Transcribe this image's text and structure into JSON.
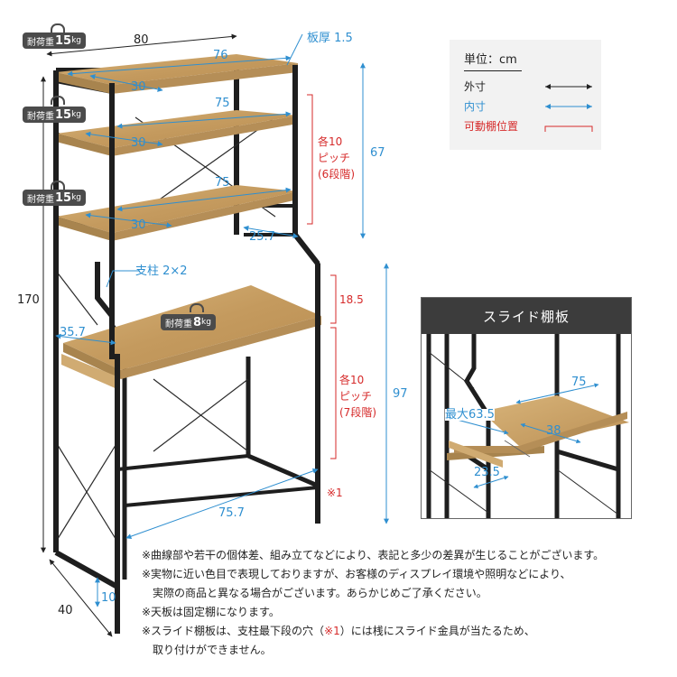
{
  "load_badges": [
    {
      "prefix": "耐荷重",
      "value": "15",
      "unit": "kg"
    },
    {
      "prefix": "耐荷重",
      "value": "15",
      "unit": "kg"
    },
    {
      "prefix": "耐荷重",
      "value": "15",
      "unit": "kg"
    },
    {
      "prefix": "耐荷重",
      "value": "8",
      "unit": "kg"
    }
  ],
  "dimensions": {
    "outer_width": "80",
    "shelf1_width": "76",
    "shelf1_depth": "30",
    "shelf2_width": "75",
    "shelf2_depth": "30",
    "shelf3_width": "75",
    "shelf3_depth": "30",
    "upper_section_depth": "25.7",
    "desk_depth": "35.7",
    "desk_inner_width": "75.7",
    "total_height": "170",
    "upper_height": "67",
    "lower_height": "97",
    "foot_height": "10",
    "outer_depth": "40",
    "board_thickness": "板厚 1.5",
    "post_size": "支柱 2×2",
    "desk_pitch_top": "18.5"
  },
  "pitch_upper": {
    "line1": "各10",
    "line2": "ピッチ",
    "line3": "(6段階)"
  },
  "pitch_lower": {
    "line1": "各10",
    "line2": "ピッチ",
    "line3": "(7段階)"
  },
  "slot_mark": "※1",
  "legend": {
    "unit": "単位：cm",
    "outer": "外寸",
    "inner": "内寸",
    "movable": "可動棚位置"
  },
  "inset": {
    "title": "スライド棚板",
    "width": "75",
    "max_extension": "最大63.5",
    "depth": "38",
    "stroke": "23.5"
  },
  "notes": [
    {
      "pre": "※曲線部や若干の個体差、組み立てなどにより、表記と多少の差異が生じることがございます。",
      "mark": "",
      "post": ""
    },
    {
      "pre": "※実物に近い色目で表現しておりますが、お客様のディスプレイ環境や照明などにより、",
      "mark": "",
      "post": ""
    },
    {
      "pre": "　実際の商品と異なる場合がございます。あらかじめご了承ください。",
      "mark": "",
      "post": ""
    },
    {
      "pre": "※天板は固定棚になります。",
      "mark": "",
      "post": ""
    },
    {
      "pre": "※スライド棚板は、支柱最下段の穴（",
      "mark": "※1",
      "post": "）には桟にスライド金具が当たるため、"
    },
    {
      "pre": "　取り付けができません。",
      "mark": "",
      "post": ""
    }
  ],
  "colors": {
    "frame": "#1e1e1e",
    "wood": "#c9a46b",
    "wood_edge": "#a8844e",
    "outer_dim": "#222222",
    "inner_dim": "#2f8fd0",
    "movable": "#d62a2a",
    "badge": "#4b4b4b"
  }
}
